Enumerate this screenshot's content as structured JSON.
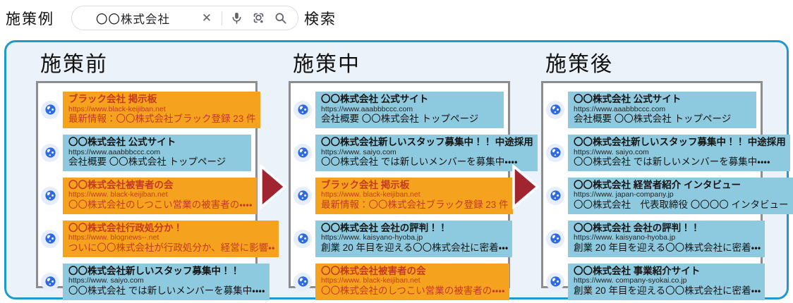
{
  "header": {
    "example_label": "施策例",
    "search": {
      "query": "〇〇株式会社",
      "clear_glyph": "✕",
      "icons": [
        "clear-icon",
        "microphone-icon",
        "lens-icon",
        "magnifier-icon"
      ],
      "submit_label": "検索"
    }
  },
  "panels": [
    {
      "title": "施策前",
      "results": [
        {
          "type": "negative",
          "title": "ブラック会社 掲示板",
          "url": "https://www.black-keijiban.net",
          "desc": "最新情報：〇〇株式会社ブラック登録 23 件"
        },
        {
          "type": "positive",
          "title": "〇〇株式会社 公式サイト",
          "url": "https://www.aaabbbccc.com",
          "desc": "会社概要 〇〇株式会社 トップページ"
        },
        {
          "type": "negative",
          "title": "〇〇株式会社被害者の会",
          "url": "https://www. black-keijiban.net",
          "desc": "〇〇株式会社のしつこい営業の被害者の・・・・"
        },
        {
          "type": "negative",
          "title": "〇〇株式会社行政処分か！",
          "url": "https://www. blognews--.net",
          "desc": "ついに〇〇株式会社が行政処分か、経営に影響・・"
        },
        {
          "type": "positive",
          "title": "〇〇株式会社新しいスタッフ募集中！！",
          "url": "https://www. saiyo.com",
          "desc": "〇〇株式会社 では新しいメンバーを募集中・・・・"
        }
      ]
    },
    {
      "title": "施策中",
      "results": [
        {
          "type": "positive",
          "title": "〇〇株式会社 公式サイト",
          "url": "https://www.aaabbbccc.com",
          "desc": "会社概要 〇〇株式会社 トップページ"
        },
        {
          "type": "positive",
          "title": "〇〇株式会社新しいスタッフ募集中！！ 中途採用",
          "url": "https://www. saiyo.com",
          "desc": "〇〇株式会社 では新しいメンバーを募集中・・・・"
        },
        {
          "type": "negative",
          "title": "ブラック会社 掲示板",
          "url": "https://www. black-keijiban.net",
          "desc": "最新情報：〇〇株式会社ブラック登録 23 件"
        },
        {
          "type": "positive",
          "title": "〇〇株式会社 会社の評判！！",
          "url": "https://www. kaisyano-hyoba.jp",
          "desc": "創業 20 年目を迎える〇〇株式会社に密着・・・"
        },
        {
          "type": "negative",
          "title": "〇〇株式会社被害者の会",
          "url": "https://www. black-keijiban.net",
          "desc": "〇〇株式会社のしつこい営業の被害者の・・・・"
        }
      ]
    },
    {
      "title": "施策後",
      "results": [
        {
          "type": "positive",
          "title": "〇〇株式会社 公式サイト",
          "url": "https://www.aaabbbccc.com",
          "desc": "会社概要 〇〇株式会社 トップページ"
        },
        {
          "type": "positive",
          "title": "〇〇株式会社新しいスタッフ募集中！！ 中途採用",
          "url": "https://www. saiyo.com",
          "desc": "〇〇株式会社 では新しいメンバーを募集中・・・・"
        },
        {
          "type": "positive",
          "title": "〇〇株式会社 経営者紹介 インタビュー",
          "url": "https://www. japan-company.jp",
          "desc": "〇〇株式会社　代表取締役 〇〇〇〇 インタビュー"
        },
        {
          "type": "positive",
          "title": "〇〇株式会社 会社の評判！！",
          "url": "https://www. kaisyano-hyoba.jp",
          "desc": "創業 20 年目を迎える〇〇株式会社に密着・・・"
        },
        {
          "type": "positive",
          "title": "〇〇株式会社 事業紹介サイト",
          "url": "https://www. company-syokai.co.jp",
          "desc": "創業 20 年目を迎える〇〇株式会社に密着・・・"
        }
      ]
    }
  ],
  "colors": {
    "frame_border": "#2199cf",
    "frame_bg": "#ecf2f9",
    "box_border": "#8d8d8d",
    "positive_bg": "#8ecadf",
    "negative_bg": "#f5a31f",
    "negative_text": "#c43a20",
    "arrow_color": "#a02531"
  }
}
